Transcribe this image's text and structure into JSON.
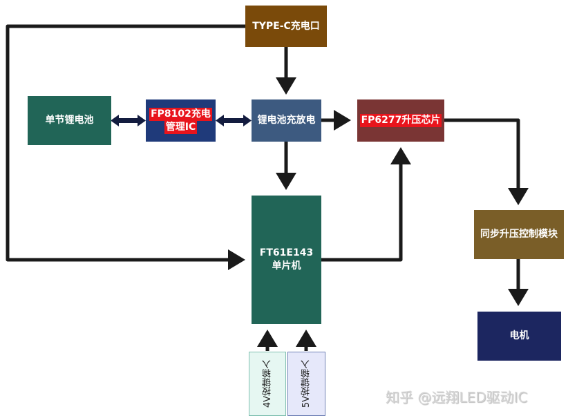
{
  "nodes": {
    "typec": {
      "label": "TYPE-C充电口",
      "color": "#7a4a0a"
    },
    "battery": {
      "label": "单节锂电池",
      "color": "#216557"
    },
    "charge_ic": {
      "line1": "FP8102充电",
      "line2": "管理IC",
      "color": "#1f3a7a",
      "highlight": "#e8141c"
    },
    "charge_discharge": {
      "label": "锂电池充放电",
      "color": "#3d5a80"
    },
    "boost_chip": {
      "label": "FP6277升压芯片",
      "color": "#7a3534",
      "highlight": "#e8141c"
    },
    "mcu": {
      "line1": "FT61E143",
      "line2": "单片机",
      "color": "#216557"
    },
    "sync_boost": {
      "label": "同步升压控制模块",
      "color": "#7a5e28"
    },
    "motor": {
      "label": "电机",
      "color": "#1c2660"
    },
    "key_4v": {
      "label": "4V按键输入",
      "color": "#e6f7f2",
      "border": "#7fbfb0"
    },
    "key_5v": {
      "label": "5V按键输入",
      "color": "#e6e8fa",
      "border": "#6e80b5"
    }
  },
  "connectors": [
    {
      "from": "typec",
      "to": "charge_discharge",
      "type": "arrow"
    },
    {
      "from": "typec",
      "to": "mcu",
      "type": "arrow"
    },
    {
      "from": "battery",
      "to": "charge_ic",
      "type": "bidirectional"
    },
    {
      "from": "charge_ic",
      "to": "charge_discharge",
      "type": "bidirectional"
    },
    {
      "from": "charge_discharge",
      "to": "boost_chip",
      "type": "arrow"
    },
    {
      "from": "charge_discharge",
      "to": "mcu",
      "type": "arrow"
    },
    {
      "from": "mcu",
      "to": "boost_chip",
      "type": "arrow"
    },
    {
      "from": "boost_chip",
      "to": "sync_boost",
      "type": "arrow"
    },
    {
      "from": "sync_boost",
      "to": "motor",
      "type": "arrow"
    },
    {
      "from": "key_4v",
      "to": "mcu",
      "type": "arrow"
    },
    {
      "from": "key_5v",
      "to": "mcu",
      "type": "arrow"
    }
  ],
  "line_color": "#1a1a1a",
  "bidir_color": "#131c3f",
  "watermark": "知乎 @远翔LED驱动IC"
}
